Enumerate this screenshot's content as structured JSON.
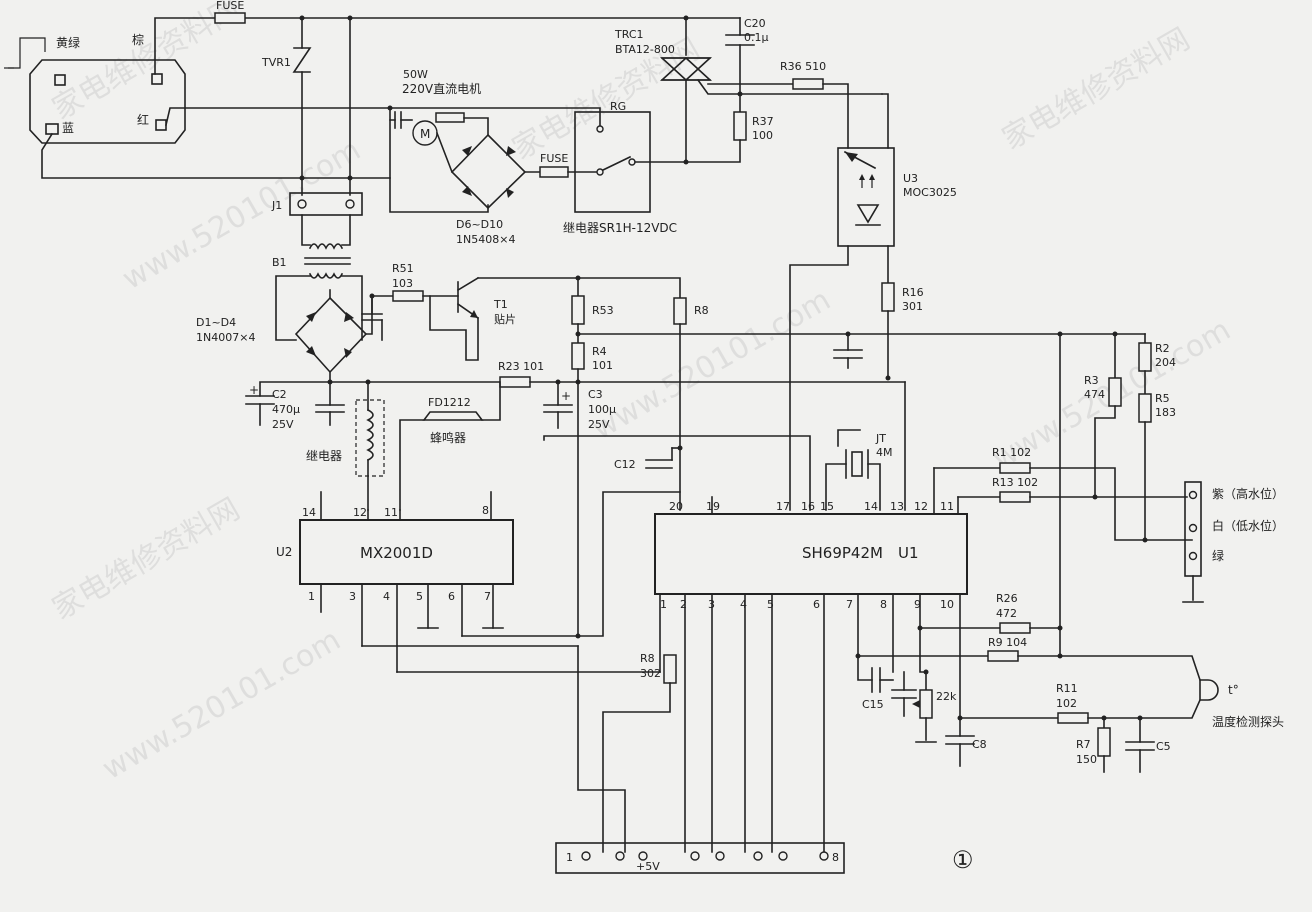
{
  "wire_colors": {
    "yellow_green": "黄绿",
    "brown": "棕",
    "red": "红",
    "blue": "蓝"
  },
  "components": {
    "fuse1": "FUSE",
    "fuse2": "FUSE",
    "tvr1": "TVR1",
    "motor_power": "50W",
    "motor_desc": "220V直流电机",
    "rg": "RG",
    "trc1_ref": "TRC1",
    "trc1_part": "BTA12-800",
    "c20_ref": "C20",
    "c20_val": "0.1μ",
    "r36": "R36 510",
    "r37_ref": "R37",
    "r37_val": "100",
    "u3_ref": "U3",
    "u3_part": "MOC3025",
    "j1": "J1",
    "d6_ref": "D6~D10",
    "d6_part": "1N5408×4",
    "relay_desc": "继电器SR1H-12VDC",
    "b1": "B1",
    "d1_ref": "D1~D4",
    "d1_part": "1N4007×4",
    "r51_ref": "R51",
    "r51_val": "103",
    "t1_ref": "T1",
    "t1_desc": "贴片",
    "r53": "R53",
    "r8a": "R8",
    "r4_ref": "R4",
    "r4_val": "101",
    "r16_ref": "R16",
    "r16_val": "301",
    "r2_ref": "R2",
    "r2_val": "204",
    "r3_ref": "R3",
    "r3_val": "474",
    "r5_ref": "R5",
    "r5_val": "183",
    "c2_ref": "C2",
    "c2_val": "470μ",
    "c2_volt": "25V",
    "r23": "R23 101",
    "c3_ref": "C3",
    "c3_val": "100μ",
    "c3_volt": "25V",
    "fd_ref": "FD1212",
    "fd_desc": "蜂鸣器",
    "relay_label": "继电器",
    "c12": "C12",
    "jt_ref": "JT",
    "jt_val": "4M",
    "r1": "R1 102",
    "r13": "R13 102",
    "u2_ref": "U2",
    "u2_part": "MX2001D",
    "u1_part": "SH69P42M",
    "u1_ref": "U1",
    "r26_ref": "R26",
    "r26_val": "472",
    "r9": "R9 104",
    "r8b_ref": "R8",
    "r8b_val": "302",
    "c15": "C15",
    "pot": "22k",
    "c8": "C8",
    "r11_ref": "R11",
    "r11_val": "102",
    "r7_ref": "R7",
    "r7_val": "150",
    "c5": "C5",
    "probe_symbol": "t°",
    "probe_desc": "温度检测探头"
  },
  "water_level": {
    "purple": "紫（高水位）",
    "white": "白（低水位）",
    "green": "绿"
  },
  "u2_pins": {
    "p14": "14",
    "p12": "12",
    "p11": "11",
    "p8": "8",
    "p1": "1",
    "p3": "3",
    "p4": "4",
    "p5": "5",
    "p6": "6",
    "p7": "7"
  },
  "u1_pins": {
    "p20": "20",
    "p19": "19",
    "p17": "17",
    "p16": "16",
    "p15": "15",
    "p14": "14",
    "p13": "13",
    "p12": "12",
    "p11": "11",
    "p1": "1",
    "p2": "2",
    "p3": "3",
    "p4": "4",
    "p5": "5",
    "p6": "6",
    "p7": "7",
    "p8": "8",
    "p9": "9",
    "p10": "10"
  },
  "connector": {
    "pin1": "1",
    "pin8": "8",
    "vcc": "+5V"
  },
  "figure_number": "①",
  "watermarks": [
    "家电维修资料网",
    "www.520101.com",
    "家电维修资料网",
    "www.520101.com",
    "家电维修资料网",
    "www.520101.com",
    "家电维修资料网",
    "www.520101.com"
  ]
}
